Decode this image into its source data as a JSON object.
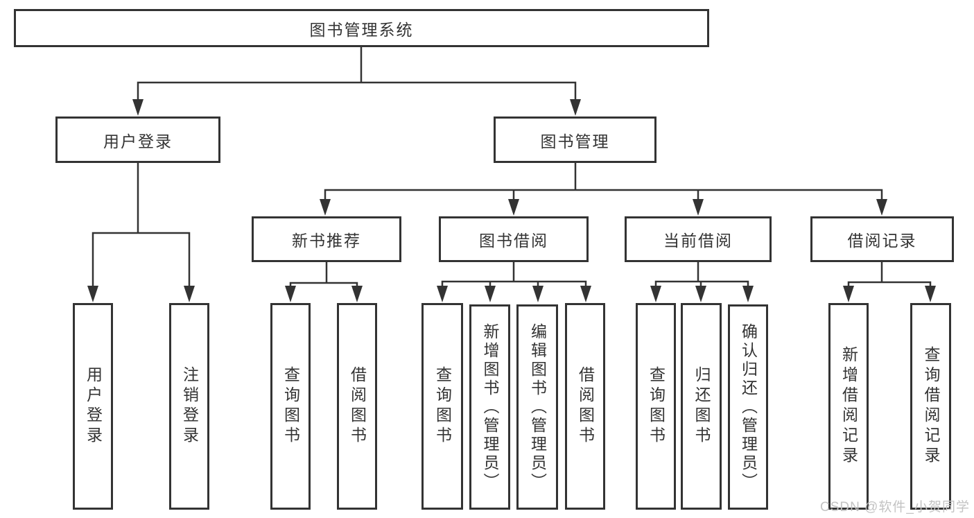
{
  "diagram": {
    "root": {
      "label": "图书管理系统"
    },
    "level2": [
      {
        "label": "用户登录"
      },
      {
        "label": "图书管理"
      }
    ],
    "level3": [
      {
        "label": "新书推荐",
        "parent": "图书管理"
      },
      {
        "label": "图书借阅",
        "parent": "图书管理"
      },
      {
        "label": "当前借阅",
        "parent": "图书管理"
      },
      {
        "label": "借阅记录",
        "parent": "图书管理"
      }
    ],
    "leaves": [
      {
        "label": "用户登录",
        "parent": "用户登录"
      },
      {
        "label": "注销登录",
        "parent": "用户登录"
      },
      {
        "label": "查询图书",
        "parent": "新书推荐"
      },
      {
        "label": "借阅图书",
        "parent": "新书推荐"
      },
      {
        "label": "查询图书",
        "parent": "图书借阅"
      },
      {
        "label": "新增图书（管理员）",
        "parent": "图书借阅"
      },
      {
        "label": "编辑图书（管理员）",
        "parent": "图书借阅"
      },
      {
        "label": "借阅图书",
        "parent": "图书借阅"
      },
      {
        "label": "查询图书",
        "parent": "当前借阅"
      },
      {
        "label": "归还图书",
        "parent": "当前借阅"
      },
      {
        "label": "确认归还（管理员）",
        "parent": "当前借阅"
      },
      {
        "label": "新增借阅记录",
        "parent": "借阅记录"
      },
      {
        "label": "查询借阅记录",
        "parent": "借阅记录"
      }
    ]
  },
  "watermark": "CSDN @软件_小贺同学",
  "colors": {
    "line": "#333333",
    "text": "#333333",
    "box_background": "#ffffff",
    "watermark": "#c3c3c3",
    "page_background": "#ffffff"
  }
}
